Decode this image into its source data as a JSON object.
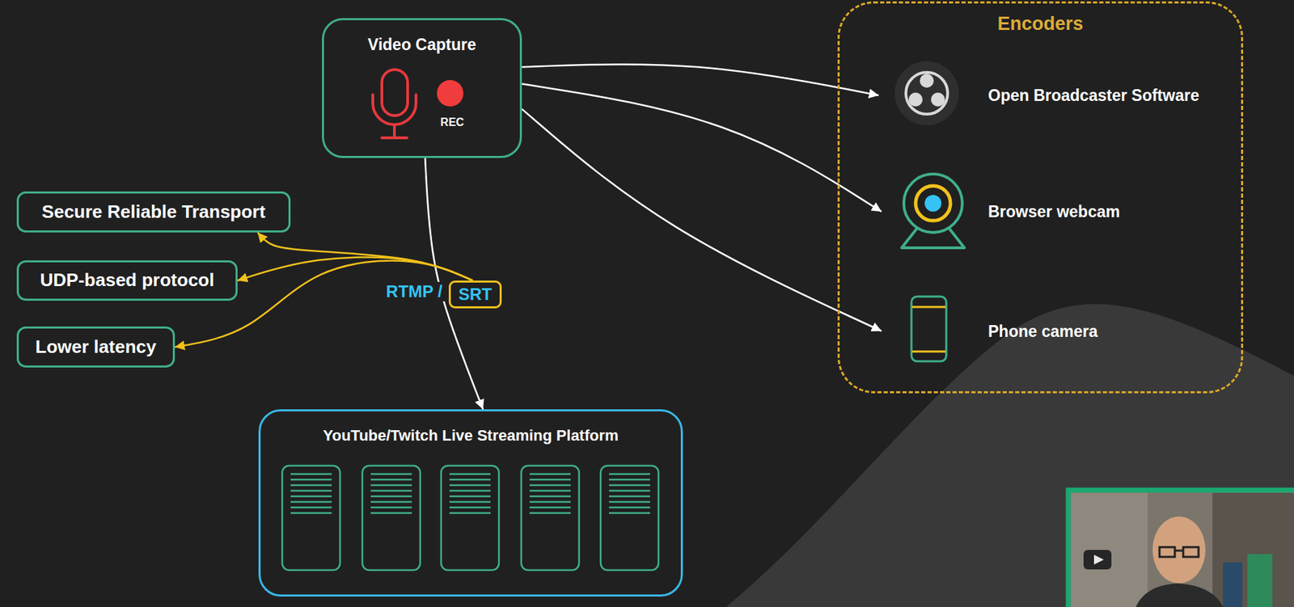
{
  "diagram": {
    "nodes": [
      {
        "text": [
          "Video Capture",
          "REC"
        ]
      },
      {
        "text": [
          "Encoders"
        ]
      },
      {
        "text": [
          "Open Broadcaster Software"
        ],
        "in": 1
      },
      {
        "text": [
          "Browser webcam"
        ],
        "in": 1
      },
      {
        "text": [
          "Phone camera"
        ],
        "in": 1
      },
      {
        "text": [
          "Secure Reliable Transport"
        ]
      },
      {
        "text": [
          "UDP-based protocol"
        ]
      },
      {
        "text": [
          "Lower latency"
        ]
      },
      {
        "text": [
          "SRT"
        ]
      },
      {
        "text": [
          "YouTube/Twitch Live Streaming Platform"
        ]
      }
    ],
    "edges": [
      {
        "from": 0,
        "to": 2,
        "arrow": "to"
      },
      {
        "from": 0,
        "to": 3,
        "arrow": "to"
      },
      {
        "from": 0,
        "to": 4,
        "arrow": "to"
      },
      {
        "from": 0,
        "to": 9,
        "arrow": "to",
        "label": "RTMP /"
      },
      {
        "from": 8,
        "to": 5,
        "arrow": "to"
      },
      {
        "from": 8,
        "to": 6,
        "arrow": "to"
      },
      {
        "from": 8,
        "to": 7,
        "arrow": "to"
      }
    ]
  }
}
